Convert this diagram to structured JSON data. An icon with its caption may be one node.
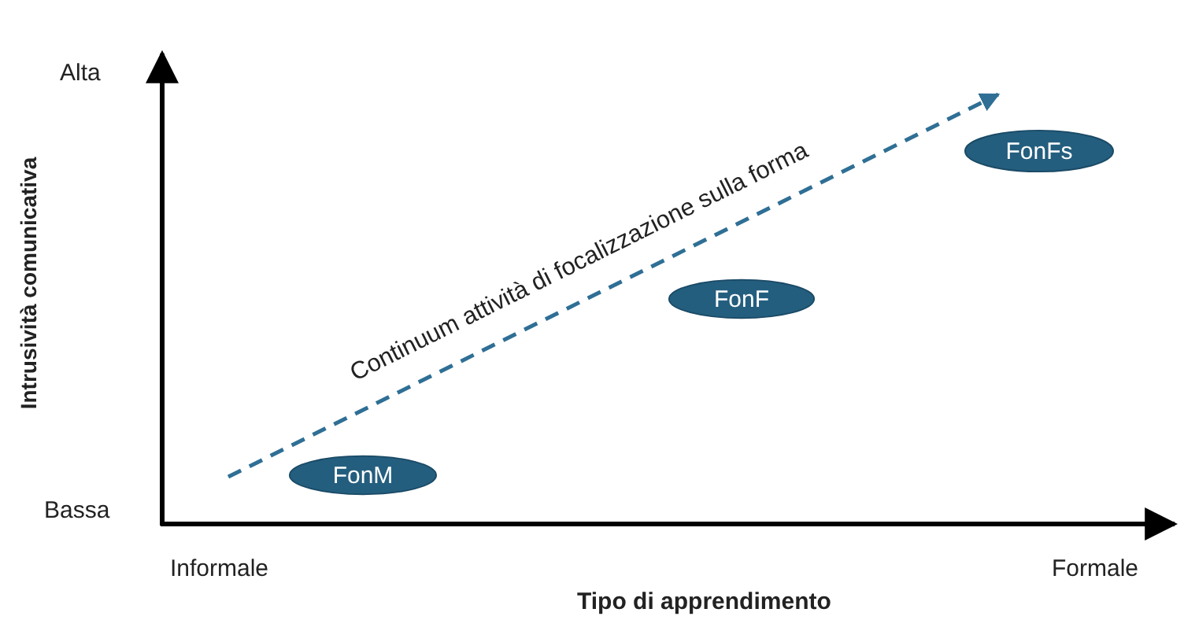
{
  "diagram": {
    "nodes": [
      {
        "text": [
          "FonM"
        ]
      },
      {
        "text": [
          "FonF"
        ]
      },
      {
        "text": [
          "FonFs"
        ]
      }
    ],
    "labels": [
      "Alta",
      "Intrusività comunicativa",
      "Continuum attività di focalizzazione sulla forma",
      "Bassa",
      "Informale",
      "Formale",
      "Tipo di apprendimento"
    ]
  }
}
